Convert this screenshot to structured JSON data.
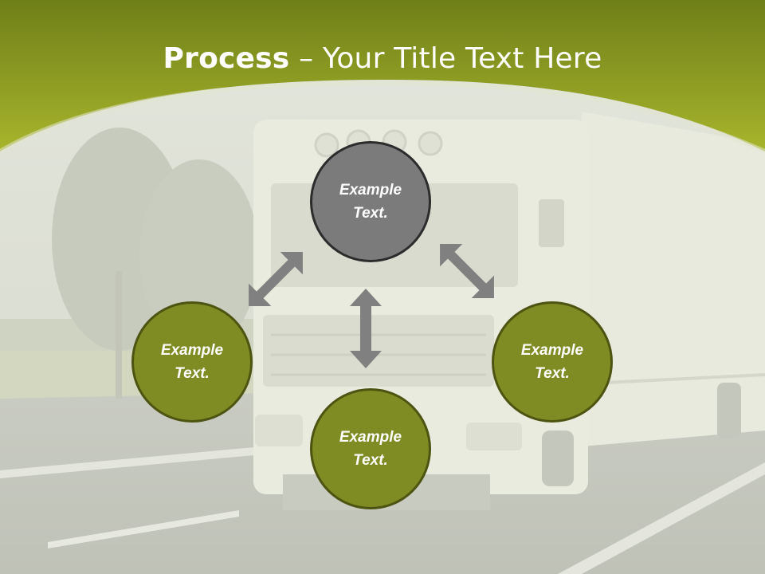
{
  "title": {
    "bold": "Process",
    "rest": " – Your Title Text Here"
  },
  "nodes": {
    "top": "Example Text.",
    "left": "Example Text.",
    "right": "Example Text.",
    "bottom": "Example Text."
  },
  "colors": {
    "header_green": "#8a9c1e",
    "node_grey": "#7b7b7b",
    "node_olive": "#7f8b23",
    "arrow_grey": "#808080"
  }
}
